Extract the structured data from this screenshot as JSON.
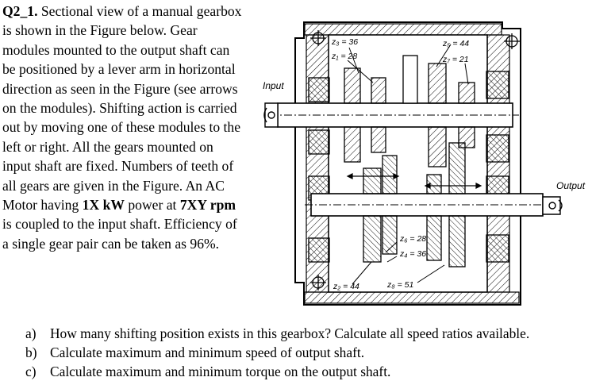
{
  "problem": {
    "id": "Q2_1.",
    "text_1": " Sectional view of a manual gearbox is shown in the Figure below. Gear modules mounted to the output shaft can be positioned by a lever arm in horizontal direction as seen in the Figure (see arrows on the modules). Shifting action is carried out by moving one of these modules to the left or right. All the gears mounted on input shaft are fixed. Numbers of teeth of all gears are given in the Figure. An AC Motor having ",
    "power": "1X kW",
    "text_2": " power at ",
    "speed": "7XY rpm",
    "text_3": " is coupled to the input shaft. Efficiency of a single gear pair can be taken as 96%."
  },
  "figure": {
    "input_label": "Input",
    "output_label": "Output",
    "gear_labels": {
      "z3": "z₃ = 36",
      "z1": "z₁ = 28",
      "z5": "z₅ = 44",
      "z7": "z₇ = 21",
      "z6": "z₆ = 28",
      "z4": "z₄ = 36",
      "z2": "z₂ = 44",
      "z8": "z₈ = 51"
    }
  },
  "questions": [
    {
      "letter": "a)",
      "text": "How many shifting position exists in this gearbox? Calculate all speed ratios available."
    },
    {
      "letter": "b)",
      "text": "Calculate maximum and minimum speed of output shaft."
    },
    {
      "letter": "c)",
      "text": "Calculate maximum and minimum torque on the output shaft."
    }
  ]
}
